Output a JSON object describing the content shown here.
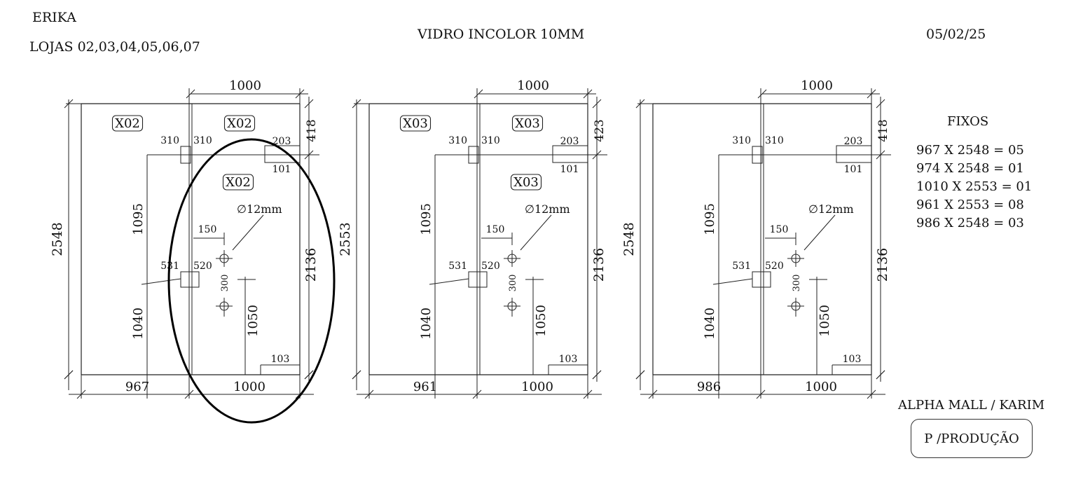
{
  "header": {
    "client": "ERIKA",
    "stores": "LOJAS  02,03,04,05,06,07",
    "material": "VIDRO INCOLOR 10MM",
    "date": "05/02/25"
  },
  "drawings": [
    {
      "label": "X02",
      "height": "2548",
      "top_gap": "418",
      "left_width": "967",
      "right_width": "1000",
      "left_labels": [
        "X02"
      ],
      "right_labels": [
        "X02",
        "X02"
      ],
      "circled": true
    },
    {
      "label": "X03",
      "height": "2553",
      "top_gap": "423",
      "left_width": "961",
      "right_width": "1000",
      "left_labels": [
        "X03"
      ],
      "right_labels": [
        "X03",
        "X03"
      ],
      "circled": false
    },
    {
      "label": "",
      "height": "2548",
      "top_gap": "418",
      "left_width": "986",
      "right_width": "1000",
      "left_labels": [],
      "right_labels": [],
      "circled": false
    }
  ],
  "common_dims": {
    "top_width": "1000",
    "upper_left": "1095",
    "lower_left": "1040",
    "lower_right": "1050",
    "right_height": "2136",
    "hinge_a": "310",
    "hinge_b": "310",
    "mid_a": "531",
    "mid_b": "520",
    "handle_offset": "150",
    "hole_spacing": "300",
    "hole_diameter": "∅12mm",
    "top_notch": "203",
    "top_notch_b": "101",
    "bottom_notch": "103"
  },
  "fixed_panels": {
    "title": "FIXOS",
    "items": [
      "967 X 2548 = 05",
      "974 X 2548 = 01",
      "1010 X 2553 = 01",
      "961 X 2553 = 08",
      "986 X 2548 = 03"
    ]
  },
  "project": "ALPHA MALL / KARIM",
  "badge": "P /PRODUÇÃO"
}
